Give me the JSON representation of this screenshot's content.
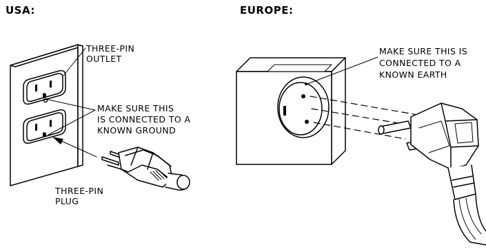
{
  "usa": {
    "heading": "USA:",
    "outlet_label": [
      "THREE-PIN",
      "OUTLET"
    ],
    "ground_note": [
      "MAKE SURE THIS",
      "IS CONNECTED TO A",
      "KNOWN GROUND"
    ],
    "plug_label": [
      "THREE-PIN",
      "PLUG"
    ]
  },
  "europe": {
    "heading": "EUROPE:",
    "earth_note": [
      "MAKE SURE THIS IS",
      "CONNECTED TO A",
      "KNOWN EARTH"
    ]
  }
}
